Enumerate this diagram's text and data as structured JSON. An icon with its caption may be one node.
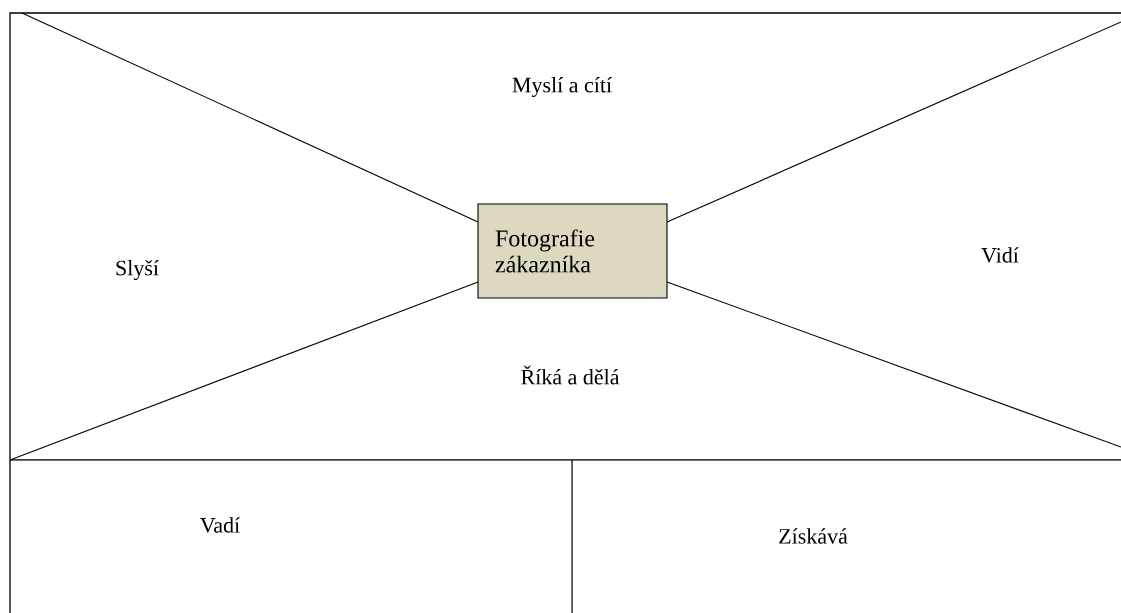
{
  "diagram": {
    "nodes": [
      {
        "text": [
          "Fotografie zákazníka"
        ]
      }
    ],
    "labels": [
      "Myslí a cítí",
      "Slyší",
      "Vidí",
      "Říká a dělá",
      "Vadí",
      "Získává"
    ]
  }
}
